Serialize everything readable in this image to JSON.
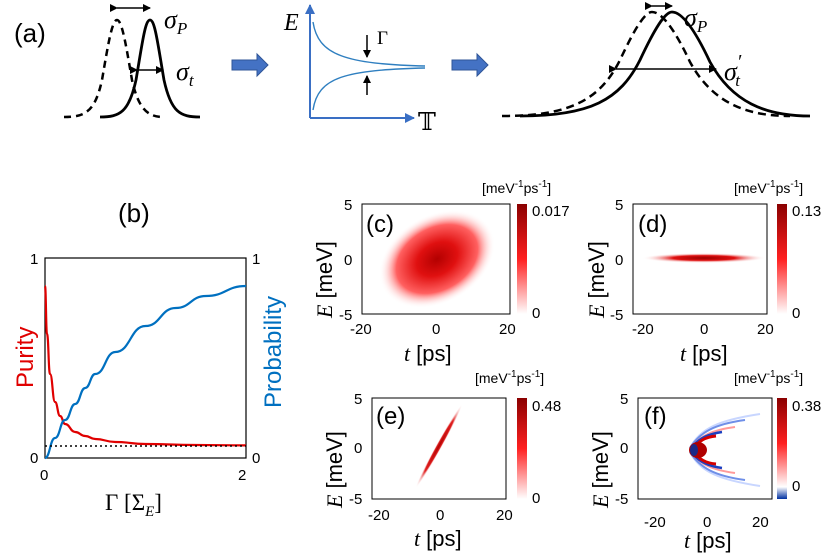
{
  "panel_labels": {
    "a": "(a)",
    "b": "(b)",
    "c": "(c)",
    "d": "(d)",
    "e": "(e)",
    "f": "(f)"
  },
  "panel_a": {
    "sigma_p": "σ",
    "sigma_p_sub": "P",
    "sigma_t": "σ",
    "sigma_t_sub": "t",
    "sigma_t_prime": "σ",
    "sigma_t_prime_sub": "t",
    "sigma_t_prime_mark": "′",
    "inset_e_label": "E",
    "inset_gamma": "Γ",
    "inset_t_label": "𝕋",
    "colors": {
      "inset": "#3a6fc4",
      "arrow": "#4472c4"
    }
  },
  "chart_data": {
    "type": "line",
    "title": "",
    "xlabel": "Γ [Σ",
    "xlabel_sub": "E",
    "xlabel_close": "]",
    "ylabel_left": "Purity",
    "ylabel_right": "Probability",
    "xlim": [
      0,
      2
    ],
    "ylim": [
      0,
      1
    ],
    "xticks": [
      "0",
      "2"
    ],
    "yticks_left": [
      "0",
      "1"
    ],
    "yticks_right": [
      "0",
      "1"
    ],
    "series": [
      {
        "name": "Purity",
        "color": "#e00000",
        "x": [
          0.0,
          0.02,
          0.05,
          0.1,
          0.15,
          0.2,
          0.3,
          0.4,
          0.5,
          0.7,
          1.0,
          1.5,
          2.0
        ],
        "y": [
          0.86,
          0.62,
          0.42,
          0.28,
          0.21,
          0.17,
          0.13,
          0.11,
          0.095,
          0.08,
          0.07,
          0.065,
          0.063
        ]
      },
      {
        "name": "Probability",
        "color": "#0070c0",
        "x": [
          0.0,
          0.1,
          0.2,
          0.3,
          0.4,
          0.5,
          0.7,
          1.0,
          1.3,
          1.6,
          2.0
        ],
        "y": [
          0.0,
          0.1,
          0.19,
          0.27,
          0.35,
          0.42,
          0.53,
          0.66,
          0.75,
          0.81,
          0.86
        ]
      },
      {
        "name": "baseline",
        "color": "#000000",
        "style": "dotted",
        "x": [
          0.0,
          2.0
        ],
        "y": [
          0.06,
          0.06
        ]
      }
    ]
  },
  "heatmaps": {
    "y_label": "E",
    "y_label_unit": "[meV]",
    "x_label": "t",
    "x_label_unit": "[ps]",
    "unit_label": "[meV",
    "unit_label_exp1": "-1",
    "unit_label_mid": "ps",
    "unit_label_exp2": "-1",
    "unit_label_close": "]",
    "panels": [
      {
        "id": "c",
        "cbar_max": "0.017",
        "cbar_min": "0",
        "x_ticks": [
          "-20",
          "0",
          "20"
        ],
        "y_ticks": [
          "5",
          "0",
          "-5"
        ]
      },
      {
        "id": "d",
        "cbar_max": "0.13",
        "cbar_min": "0",
        "x_ticks": [
          "-20",
          "0",
          "20"
        ],
        "y_ticks": [
          "5",
          "0",
          "-5"
        ]
      },
      {
        "id": "e",
        "cbar_max": "0.48",
        "cbar_min": "0",
        "x_ticks": [
          "-20",
          "0",
          "20"
        ],
        "y_ticks": [
          "5",
          "0",
          "-5"
        ]
      },
      {
        "id": "f",
        "cbar_max": "0.38",
        "cbar_min": "0",
        "x_ticks": [
          "-20",
          "0",
          "20"
        ],
        "y_ticks": [
          "5",
          "0",
          "-5"
        ]
      }
    ]
  }
}
